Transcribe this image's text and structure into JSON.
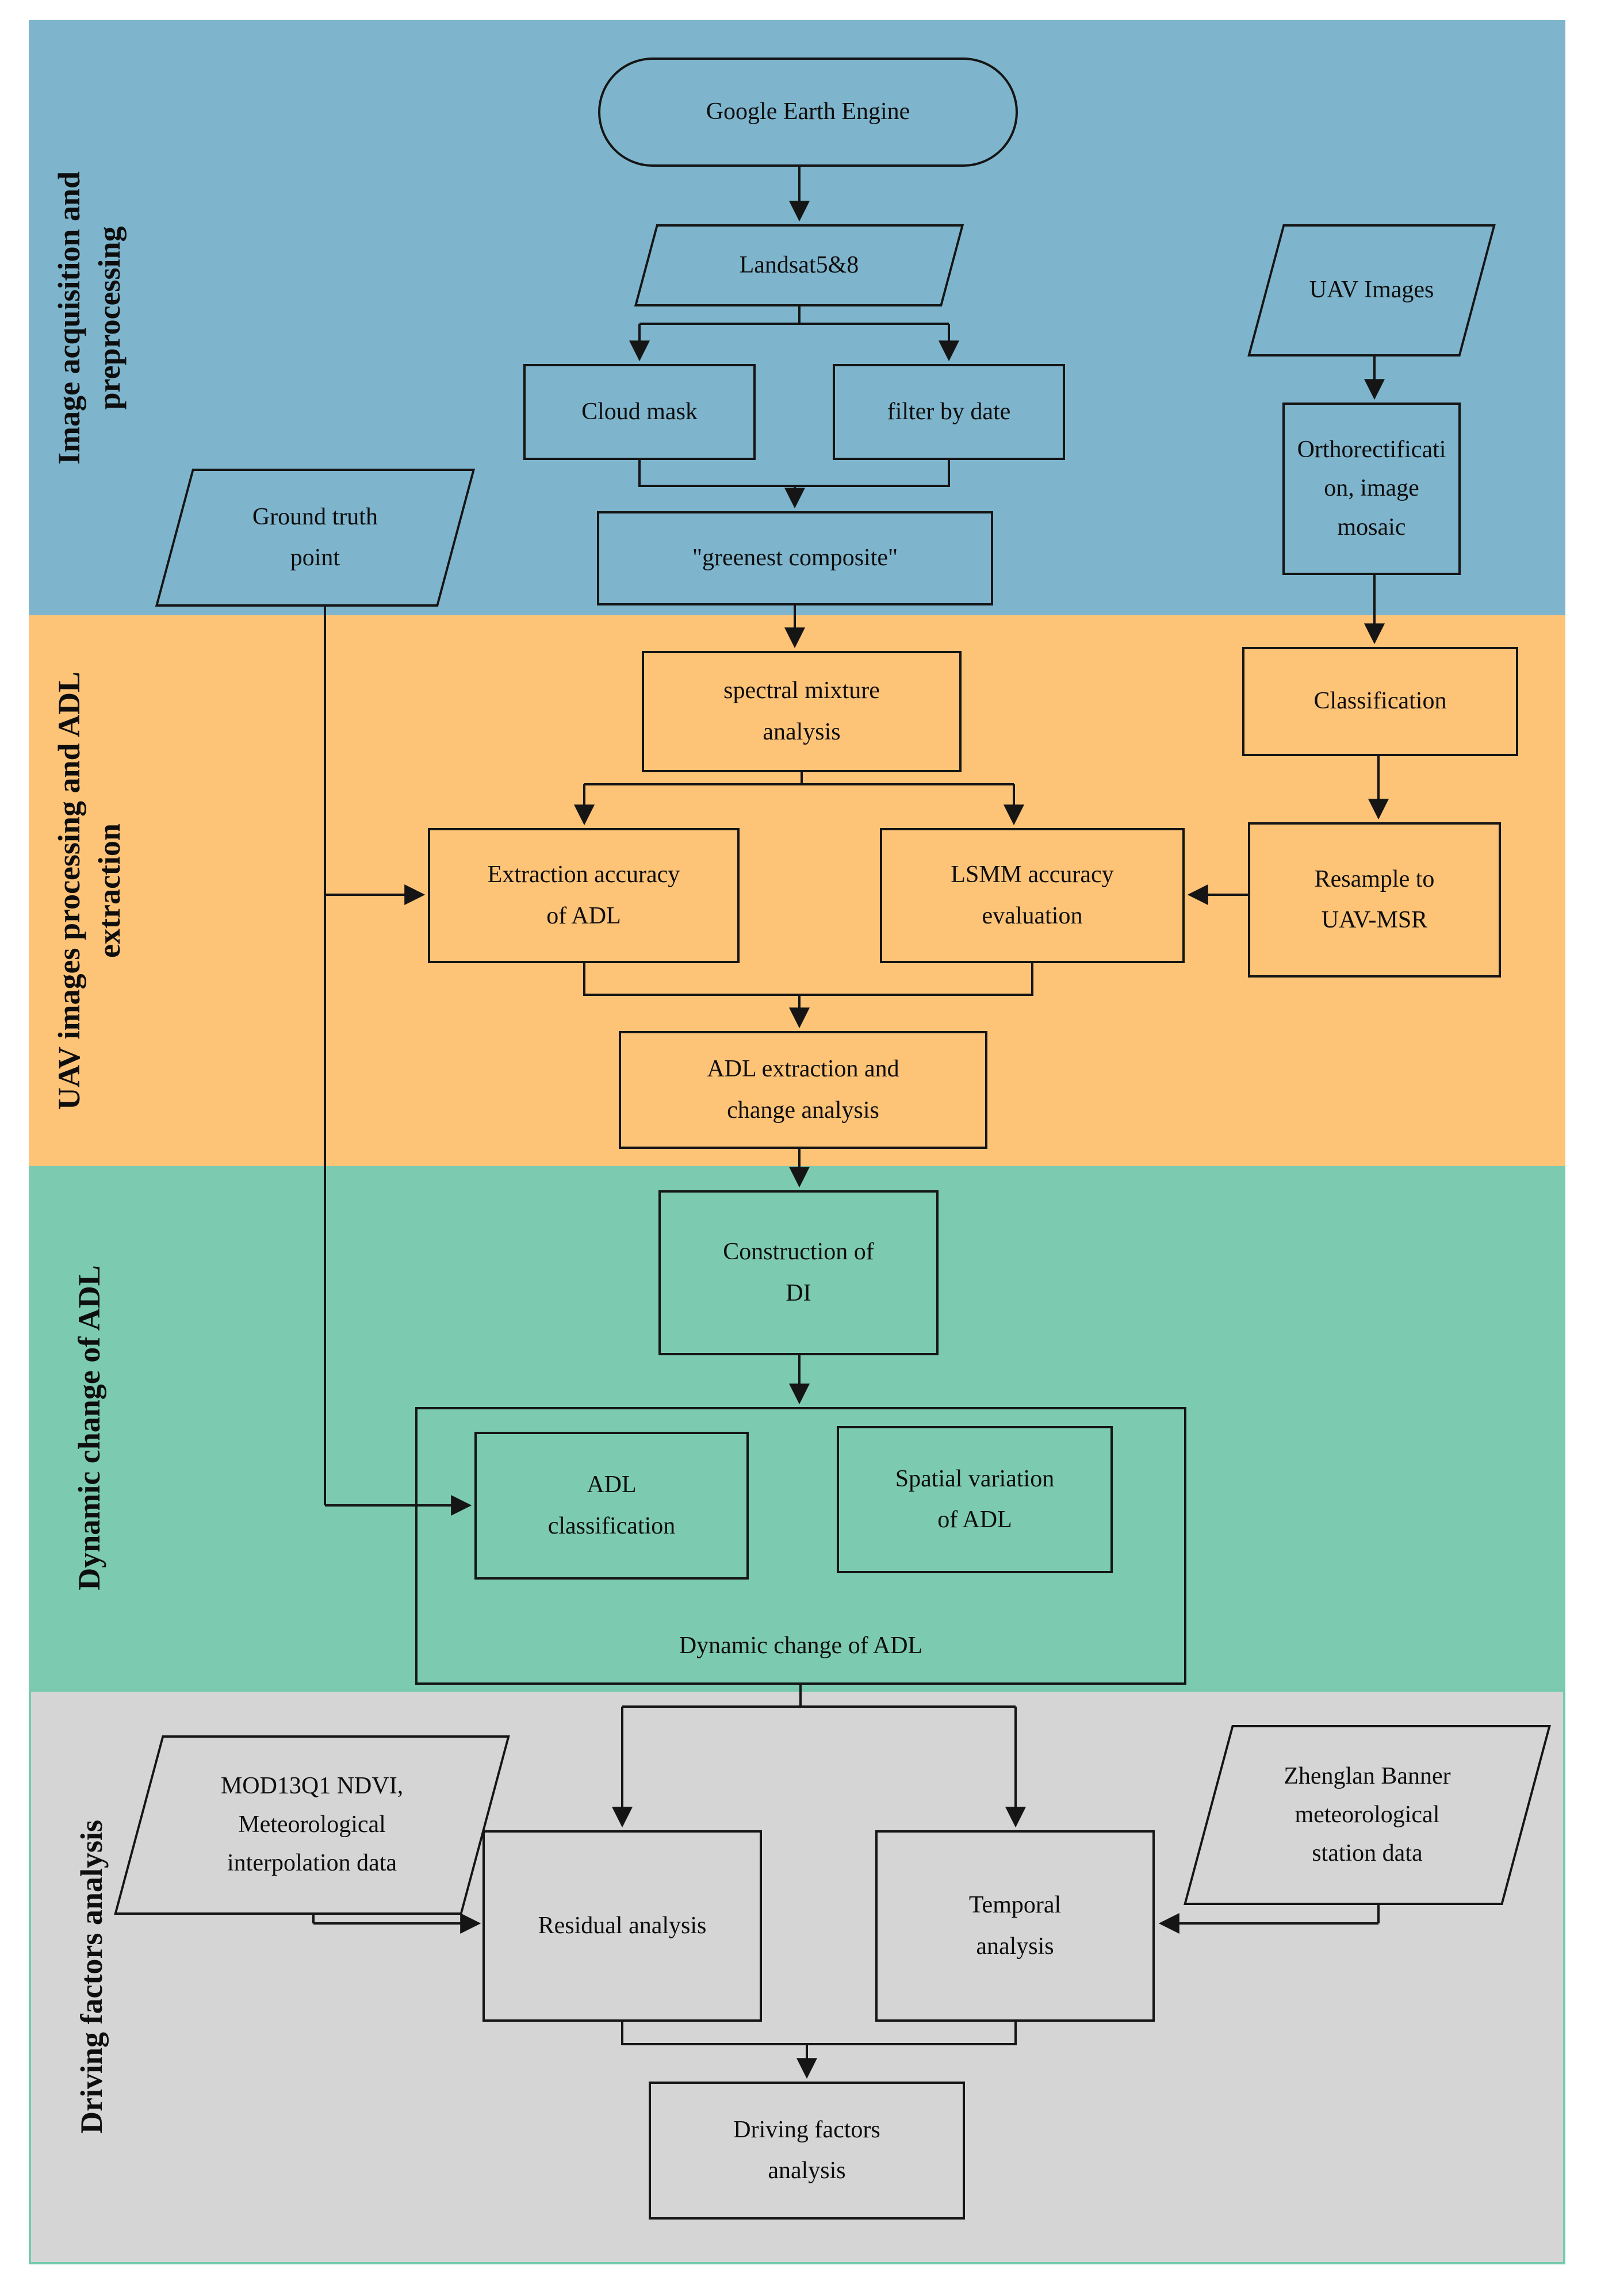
{
  "figure": {
    "type": "flowchart",
    "description": "Methodology flowchart with four phase bands"
  },
  "colors": {
    "band_blue": "#7eb5cd",
    "band_orange": "#fdc377",
    "band_green": "#7ccbb1",
    "band_gray": "#d5d5d5",
    "gray_band_border": "#74c9ae",
    "line": "#151515",
    "text": "#0e0e0e",
    "page_background": "#ffffff"
  },
  "bands": {
    "acquisition": {
      "label": "Image acquisition and\npreprocessing"
    },
    "uav_processing": {
      "label": "UAV images processing and ADL\nextraction"
    },
    "dynamic_change": {
      "label": "Dynamic change of ADL"
    },
    "driving_factors": {
      "label": "Driving factors analysis"
    }
  },
  "nodes": {
    "gee": {
      "shape": "stadium",
      "label": "Google Earth Engine"
    },
    "landsat": {
      "shape": "parallelogram",
      "label": "Landsat5&8"
    },
    "cloud_mask": {
      "shape": "rect",
      "label": "Cloud mask"
    },
    "filter_by_date": {
      "shape": "rect",
      "label": "filter by date"
    },
    "greenest_composite": {
      "shape": "rect",
      "label": "\"greenest composite\""
    },
    "uav_images": {
      "shape": "parallelogram",
      "label": "UAV Images"
    },
    "orthorectification": {
      "shape": "rect",
      "label": "Orthorectificati\non, image\nmosaic"
    },
    "ground_truth": {
      "shape": "parallelogram",
      "label": "Ground truth\npoint"
    },
    "spectral_mixture": {
      "shape": "rect",
      "label": "spectral mixture\nanalysis"
    },
    "classification": {
      "shape": "rect",
      "label": "Classification"
    },
    "extraction_accuracy": {
      "shape": "rect",
      "label": "Extraction accuracy\nof ADL"
    },
    "lsmm_accuracy": {
      "shape": "rect",
      "label": "LSMM accuracy\nevaluation"
    },
    "resample": {
      "shape": "rect",
      "label": "Resample to\nUAV-MSR"
    },
    "adl_extraction": {
      "shape": "rect",
      "label": "ADL extraction and\nchange analysis"
    },
    "construction_di": {
      "shape": "rect",
      "label": "Construction of\nDI"
    },
    "adl_classification": {
      "shape": "rect",
      "label": "ADL\nclassification"
    },
    "spatial_variation": {
      "shape": "rect",
      "label": "Spatial variation\nof ADL"
    },
    "dynamic_change_group": {
      "shape": "container",
      "label": "Dynamic change of ADL"
    },
    "mod13q1": {
      "shape": "parallelogram",
      "label": "MOD13Q1 NDVI,\nMeteorological\ninterpolation data"
    },
    "residual": {
      "shape": "rect",
      "label": "Residual analysis"
    },
    "temporal": {
      "shape": "rect",
      "label": "Temporal\nanalysis"
    },
    "zhenglan": {
      "shape": "parallelogram",
      "label": "Zhenglan Banner\nmeteorological\nstation data"
    },
    "driving_analysis": {
      "shape": "rect",
      "label": "Driving factors\nanalysis"
    }
  }
}
